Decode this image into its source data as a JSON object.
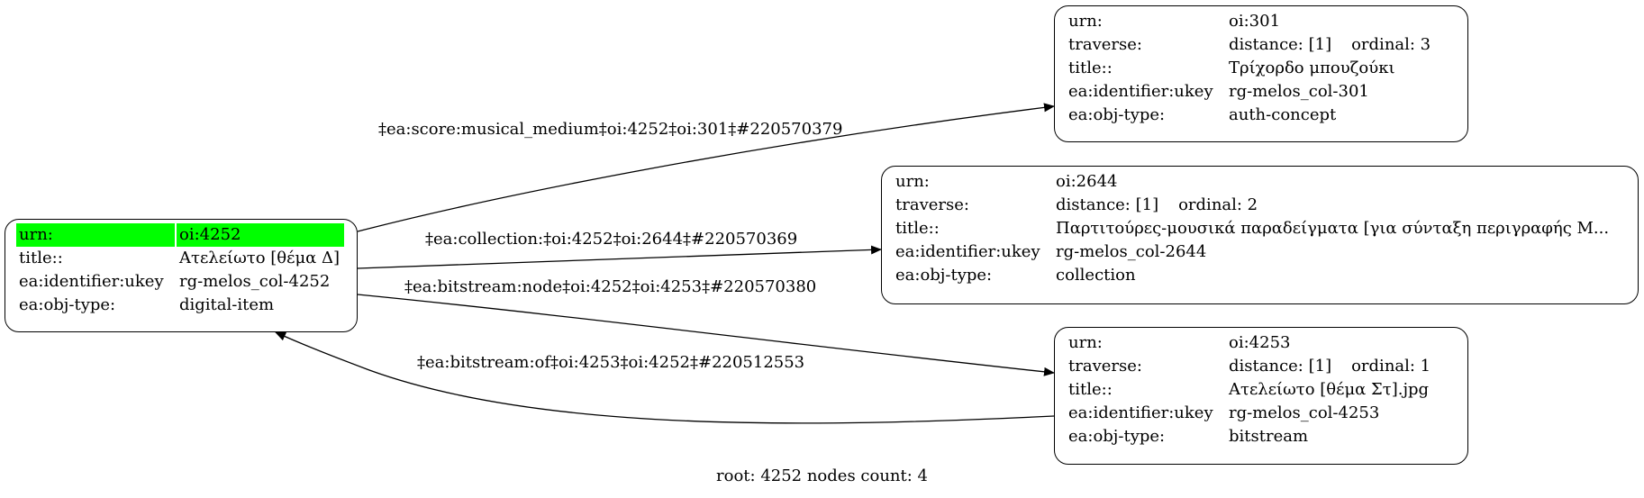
{
  "caption": "root: 4252 nodes count: 4",
  "nodes": {
    "root": {
      "urn_key": "urn:",
      "urn_val": "oi:4252",
      "title_key": "title::",
      "title_val": "Ατελείωτο [θέμα Δ]",
      "ukey_key": "ea:identifier:ukey",
      "ukey_val": "rg-melos_col-4252",
      "type_key": "ea:obj-type:",
      "type_val": "digital-item",
      "highlight_color": "#00ff00"
    },
    "n301": {
      "urn_key": "urn:",
      "urn_val": "oi:301",
      "traverse_key": "traverse:",
      "distance": "distance: [1]",
      "ordinal": "ordinal: 3",
      "title_key": "title::",
      "title_val": "Τρίχορδο μπουζούκι",
      "ukey_key": "ea:identifier:ukey",
      "ukey_val": "rg-melos_col-301",
      "type_key": "ea:obj-type:",
      "type_val": "auth-concept"
    },
    "n2644": {
      "urn_key": "urn:",
      "urn_val": "oi:2644",
      "traverse_key": "traverse:",
      "distance": "distance: [1]",
      "ordinal": "ordinal: 2",
      "title_key": "title::",
      "title_val": "Παρτιτούρες-μουσικά παραδείγματα [για σύνταξη περιγραφής Μ...",
      "ukey_key": "ea:identifier:ukey",
      "ukey_val": "rg-melos_col-2644",
      "type_key": "ea:obj-type:",
      "type_val": "collection"
    },
    "n4253": {
      "urn_key": "urn:",
      "urn_val": "oi:4253",
      "traverse_key": "traverse:",
      "distance": "distance: [1]",
      "ordinal": "ordinal: 1",
      "title_key": "title::",
      "title_val": "Ατελείωτο [θέμα Στ].jpg",
      "ukey_key": "ea:identifier:ukey",
      "ukey_val": "rg-melos_col-4253",
      "type_key": "ea:obj-type:",
      "type_val": "bitstream"
    }
  },
  "edges": {
    "to301": "‡ea:score:musical_medium‡oi:4252‡oi:301‡#220570379",
    "to2644": "‡ea:collection:‡oi:4252‡oi:2644‡#220570369",
    "to4253": "‡ea:bitstream:node‡oi:4252‡oi:4253‡#220570380",
    "from4253": "‡ea:bitstream:of‡oi:4253‡oi:4252‡#220512553"
  }
}
